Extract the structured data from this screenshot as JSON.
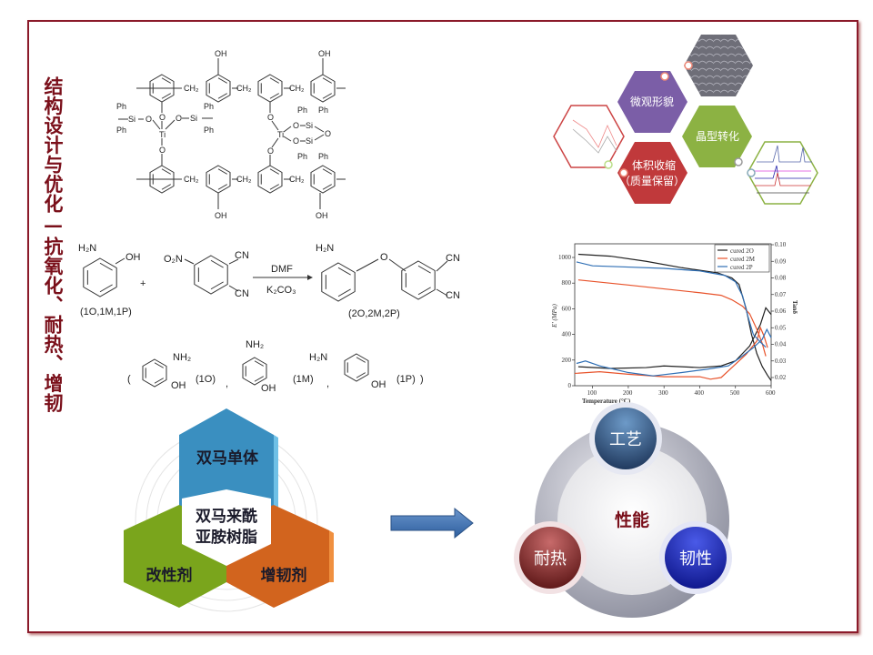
{
  "title": "结构设计与优化—抗氧化、耐热、增韧",
  "structure": {
    "oh": "OH",
    "ch2": "CH₂",
    "o": "O",
    "si": "Si",
    "ti": "Ti",
    "ph": "Ph"
  },
  "reaction": {
    "h2n": "H₂N",
    "nh2": "NH₂",
    "oh": "OH",
    "o2n": "O₂N",
    "cn": "CN",
    "o": "O",
    "plus": "+",
    "reagent_top": "DMF",
    "reagent_bottom": "K₂CO₃",
    "reactant_label": "(1O,1M,1P)",
    "product_label": "(2O,2M,2P)",
    "paren_open": "(",
    "paren_close": ")",
    "comma": ",",
    "label_1o": "(1O)",
    "label_1m": "(1M)",
    "label_1p": "(1P)"
  },
  "hexagons": {
    "micro": "微观形貌",
    "crystal": "晶型转化",
    "shrink_line1": "体积收缩",
    "shrink_line2": "（质量保留）"
  },
  "triad": {
    "top": "双马单体",
    "center_line1": "双马来酰",
    "center_line2": "亚胺树脂",
    "left": "改性剂",
    "right": "增韧剂",
    "colors": {
      "top": "#3a8fc0",
      "left": "#7aa51c",
      "right": "#d2641e"
    }
  },
  "performance": {
    "center": "性能",
    "process": "工艺",
    "heat": "耐热",
    "toughness": "韧性"
  },
  "chart_data": {
    "type": "line",
    "xlabel": "Temperature (°C)",
    "ylabel": "E' (MPa)",
    "y2label": "Tanδ",
    "xlim": [
      50,
      600
    ],
    "ylim": [
      0,
      1100
    ],
    "y2lim": [
      0.015,
      0.1
    ],
    "xticks": [
      100,
      200,
      300,
      400,
      500,
      600
    ],
    "yticks": [
      0,
      200,
      400,
      600,
      800,
      1000
    ],
    "y2ticks": [
      0.02,
      0.03,
      0.04,
      0.05,
      0.06,
      0.07,
      0.08,
      0.09,
      0.1
    ],
    "y2tick_labels": [
      "0.02",
      "0.03",
      "0.04",
      "0.05",
      "0.06",
      "0.07",
      "0.08",
      "0.09",
      "0.10"
    ],
    "legend": "top-right",
    "series": [
      {
        "name": "cured 2O",
        "color": "#222222",
        "modulus": [
          [
            60,
            1025
          ],
          [
            150,
            1010
          ],
          [
            250,
            970
          ],
          [
            350,
            920
          ],
          [
            450,
            880
          ],
          [
            490,
            840
          ],
          [
            510,
            790
          ],
          [
            530,
            600
          ],
          [
            545,
            400
          ],
          [
            560,
            250
          ],
          [
            575,
            150
          ],
          [
            590,
            80
          ],
          [
            600,
            40
          ]
        ],
        "tand": [
          [
            60,
            0.0265
          ],
          [
            150,
            0.0255
          ],
          [
            250,
            0.026
          ],
          [
            300,
            0.027
          ],
          [
            400,
            0.026
          ],
          [
            460,
            0.027
          ],
          [
            500,
            0.03
          ],
          [
            540,
            0.039
          ],
          [
            570,
            0.052
          ],
          [
            585,
            0.062
          ],
          [
            600,
            0.058
          ]
        ]
      },
      {
        "name": "cured 2M",
        "color": "#e8532b",
        "modulus": [
          [
            60,
            825
          ],
          [
            200,
            785
          ],
          [
            300,
            755
          ],
          [
            400,
            725
          ],
          [
            460,
            705
          ],
          [
            490,
            670
          ],
          [
            520,
            620
          ],
          [
            540,
            560
          ],
          [
            560,
            440
          ],
          [
            575,
            330
          ],
          [
            585,
            230
          ]
        ],
        "tand": [
          [
            50,
            0.0225
          ],
          [
            120,
            0.0235
          ],
          [
            200,
            0.022
          ],
          [
            300,
            0.0205
          ],
          [
            400,
            0.0205
          ],
          [
            430,
            0.019
          ],
          [
            460,
            0.02
          ],
          [
            490,
            0.026
          ],
          [
            530,
            0.034
          ],
          [
            560,
            0.042
          ],
          [
            570,
            0.05
          ],
          [
            580,
            0.045
          ],
          [
            590,
            0.038
          ]
        ]
      },
      {
        "name": "cured 2P",
        "color": "#2f6fb5",
        "modulus": [
          [
            55,
            965
          ],
          [
            100,
            935
          ],
          [
            200,
            925
          ],
          [
            300,
            915
          ],
          [
            400,
            895
          ],
          [
            470,
            860
          ],
          [
            500,
            810
          ],
          [
            520,
            700
          ],
          [
            535,
            540
          ],
          [
            550,
            400
          ],
          [
            570,
            340
          ],
          [
            585,
            300
          ]
        ],
        "tand": [
          [
            55,
            0.0285
          ],
          [
            80,
            0.03
          ],
          [
            120,
            0.027
          ],
          [
            200,
            0.023
          ],
          [
            270,
            0.021
          ],
          [
            350,
            0.023
          ],
          [
            420,
            0.025
          ],
          [
            480,
            0.027
          ],
          [
            520,
            0.033
          ],
          [
            550,
            0.038
          ],
          [
            575,
            0.043
          ],
          [
            588,
            0.049
          ],
          [
            600,
            0.044
          ]
        ]
      }
    ]
  }
}
